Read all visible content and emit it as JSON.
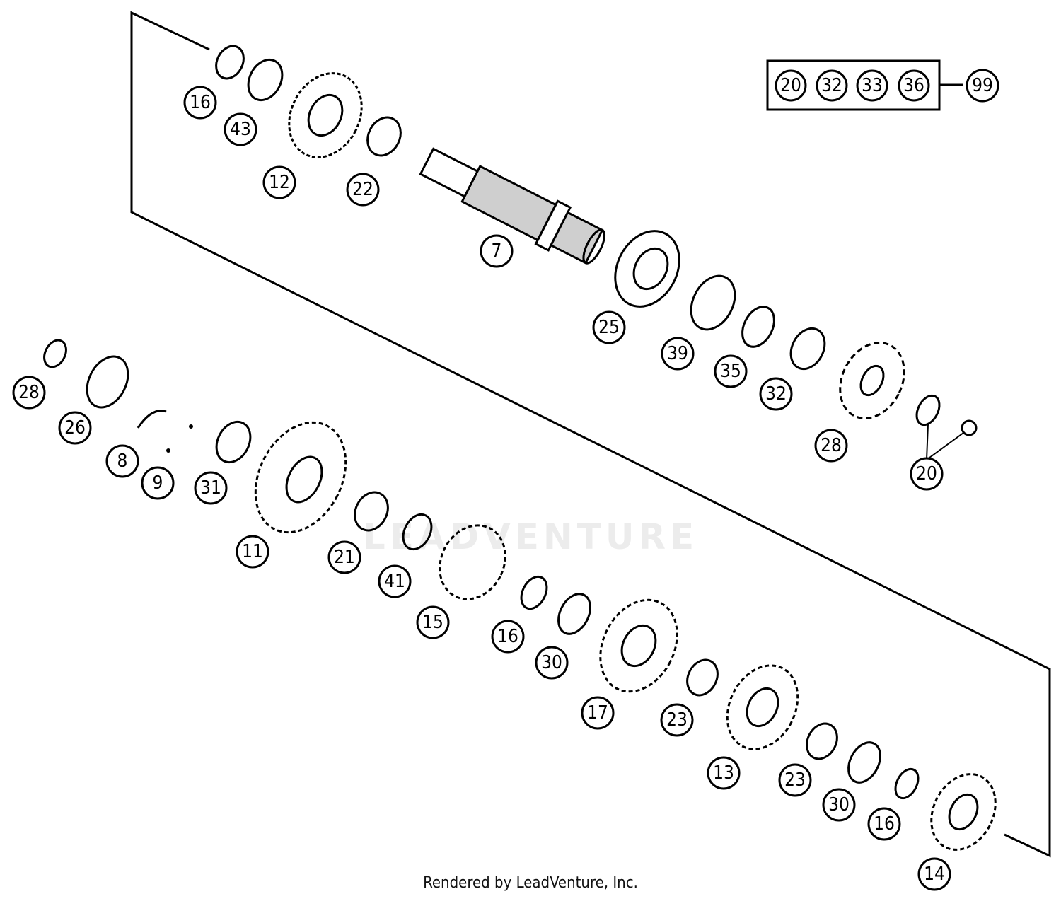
{
  "kit": {
    "items": [
      "20",
      "32",
      "33",
      "36"
    ],
    "label": "99"
  },
  "callouts": {
    "c16a": "16",
    "c43": "43",
    "c12": "12",
    "c22": "22",
    "c7": "7",
    "c25": "25",
    "c39": "39",
    "c35": "35",
    "c32": "32",
    "c28a": "28",
    "c20": "20",
    "c28b": "28",
    "c26": "26",
    "c8": "8",
    "c9": "9",
    "c31": "31",
    "c11": "11",
    "c21": "21",
    "c41": "41",
    "c15": "15",
    "c16b": "16",
    "c30a": "30",
    "c17": "17",
    "c23a": "23",
    "c13": "13",
    "c23b": "23",
    "c30b": "30",
    "c16c": "16",
    "c14": "14"
  },
  "watermark": "LEADVENTURE",
  "footer": "Rendered by LeadVenture, Inc."
}
